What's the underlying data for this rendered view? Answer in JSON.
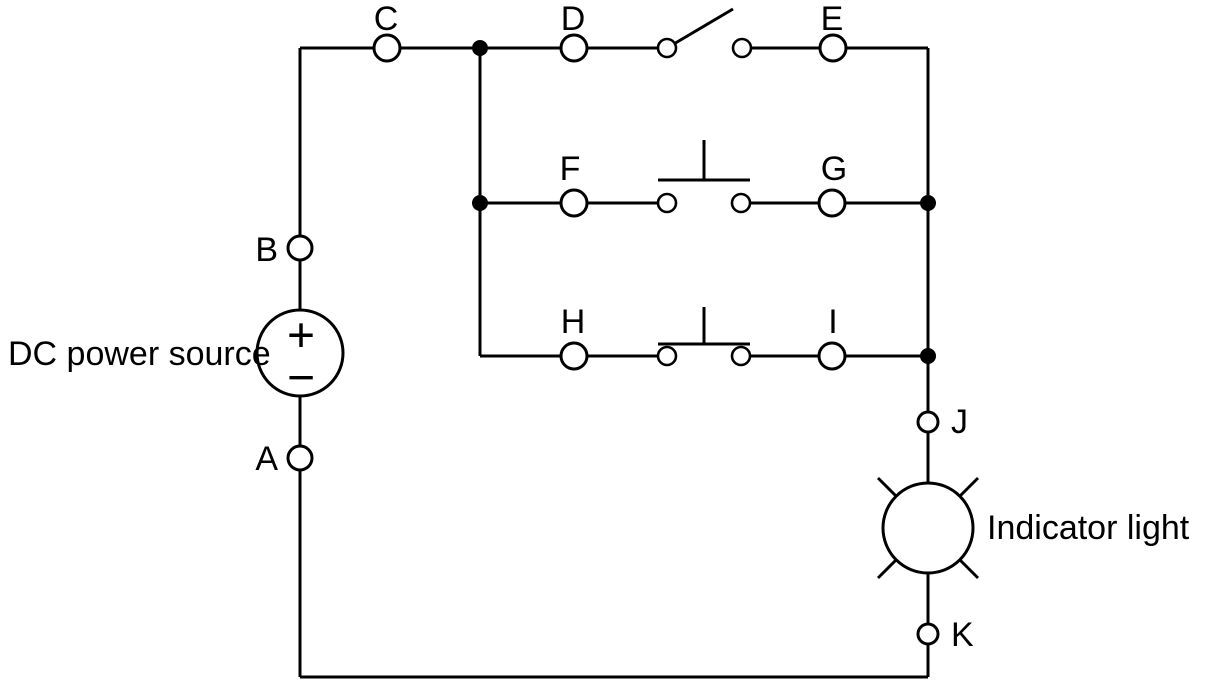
{
  "page": {
    "background": "#ffffff",
    "line_color": "#000000",
    "text_color": "#000000"
  },
  "diagram": {
    "type": "circuit-schematic",
    "power_source_label": "DC power source",
    "indicator_light_label": "Indicator light",
    "polarity": {
      "plus": "+",
      "minus": "−"
    },
    "test_points": {
      "A": "A",
      "B": "B",
      "C": "C",
      "D": "D",
      "E": "E",
      "F": "F",
      "G": "G",
      "H": "H",
      "I": "I",
      "J": "J",
      "K": "K"
    }
  }
}
